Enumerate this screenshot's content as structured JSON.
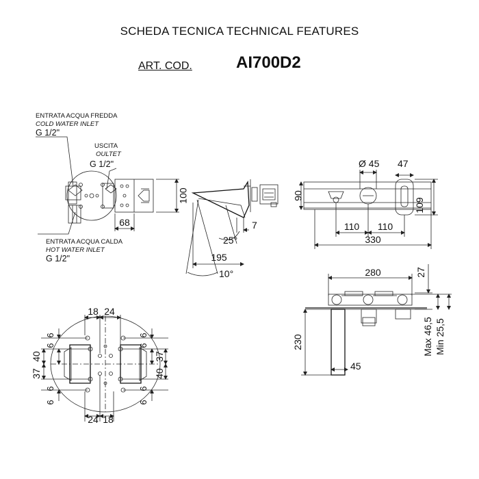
{
  "header": {
    "title": "SCHEDA TECNICA   TECHNICAL FEATURES",
    "art_label": "ART. COD.",
    "art_code": "AI700D2"
  },
  "labels": {
    "cold_it": "ENTRATA ACQUA FREDDA",
    "cold_en": "COLD WATER INLET",
    "cold_size": "G 1/2\"",
    "outlet_it": "USCITA",
    "outlet_en": "OULTET",
    "outlet_size": "G 1/2\"",
    "hot_it": "ENTRATA ACQUA CALDA",
    "hot_en": "HOT WATER INLET",
    "hot_size": "G 1/2\""
  },
  "dims": {
    "d100": "100",
    "d68": "68",
    "d7": "7",
    "d25deg": "25°",
    "d195": "195",
    "d10deg": "10°",
    "d90": "90",
    "d45dia": "Ø 45",
    "d47": "47",
    "d109": "109",
    "d110a": "110",
    "d110b": "110",
    "d330": "330",
    "d280": "280",
    "d27": "27",
    "dmax": "Max 46,5",
    "dmin": "Min 25,5",
    "d230": "230",
    "d45": "45",
    "b18t": "18",
    "b24t": "24",
    "b6a": "6",
    "b6b": "6",
    "b6c": "6",
    "b6d": "6",
    "b6e": "6",
    "b6f": "6",
    "b6g": "6",
    "b6h": "6",
    "b40l": "40",
    "b37l": "37",
    "b37r": "37",
    "b40r": "40",
    "b24b": "24",
    "b18b": "18"
  },
  "colors": {
    "line": "#222222",
    "background": "#ffffff"
  }
}
